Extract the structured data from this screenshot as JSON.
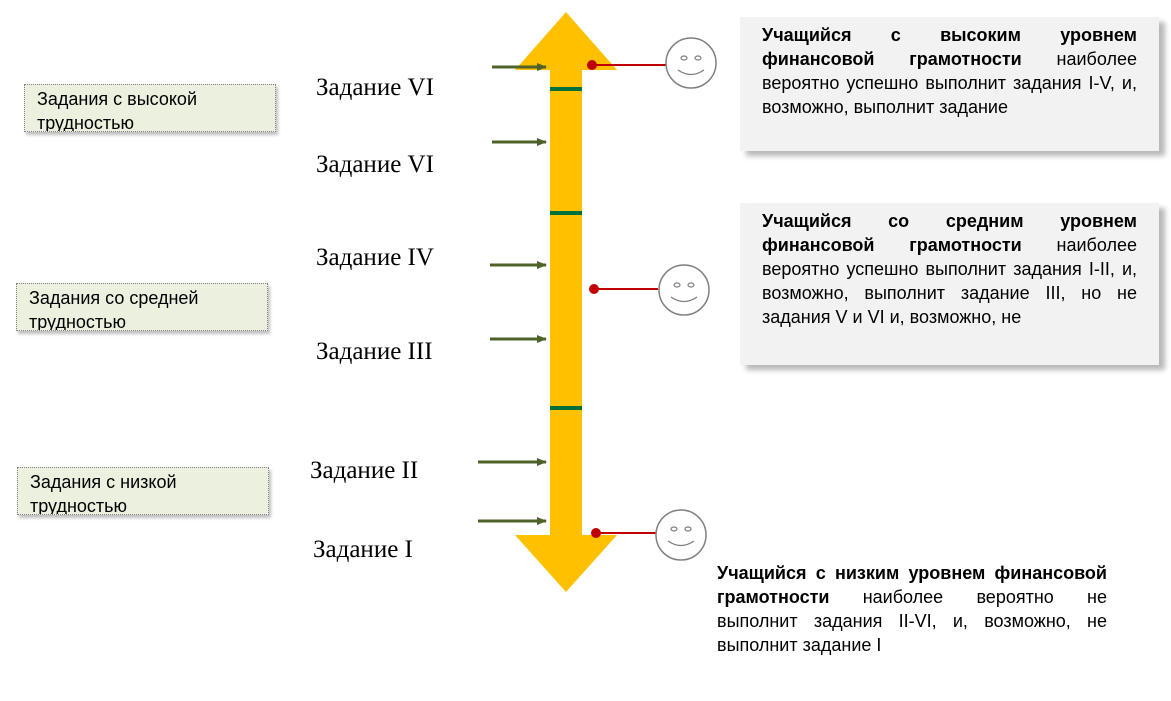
{
  "difficulty_boxes": [
    {
      "label": "Задания с высокой трудностью"
    },
    {
      "label": "Задания со средней трудностью"
    },
    {
      "label": "Задания с низкой трудностью"
    }
  ],
  "tasks": [
    {
      "label": "Задание VI"
    },
    {
      "label": "Задание VI"
    },
    {
      "label": "Задание IV"
    },
    {
      "label": "Задание III"
    },
    {
      "label": "Задание II"
    },
    {
      "label": "Задание I"
    }
  ],
  "students": [
    {
      "bold": "Учащийся с высоким уровнем финансовой грамотности",
      "text": " наиболее вероятно успешно выполнит задания I-V, и, возможно, выполнит задание"
    },
    {
      "bold": "Учащийся со средним уровнем финансовой грамотности",
      "text": " наиболее вероятно успешно выполнит задания I-II, и, возможно, выполнит задание III, но не задания V и VI и, возможно, не"
    },
    {
      "bold": "Учащийся с низким уровнем финансовой грамотности",
      "text": " наиболее вероятно не выполнит задания II-VI, и, возможно, не выполнит задание I"
    }
  ],
  "colors": {
    "scale_arrow": "#ffc000",
    "task_arrow": "#4f6228",
    "separator": "#00703c",
    "pointer": "#c00000",
    "box_fill": "#ebf1de",
    "desc_fill": "#f2f2f2"
  },
  "icons": [
    "smiley-face-icon"
  ]
}
